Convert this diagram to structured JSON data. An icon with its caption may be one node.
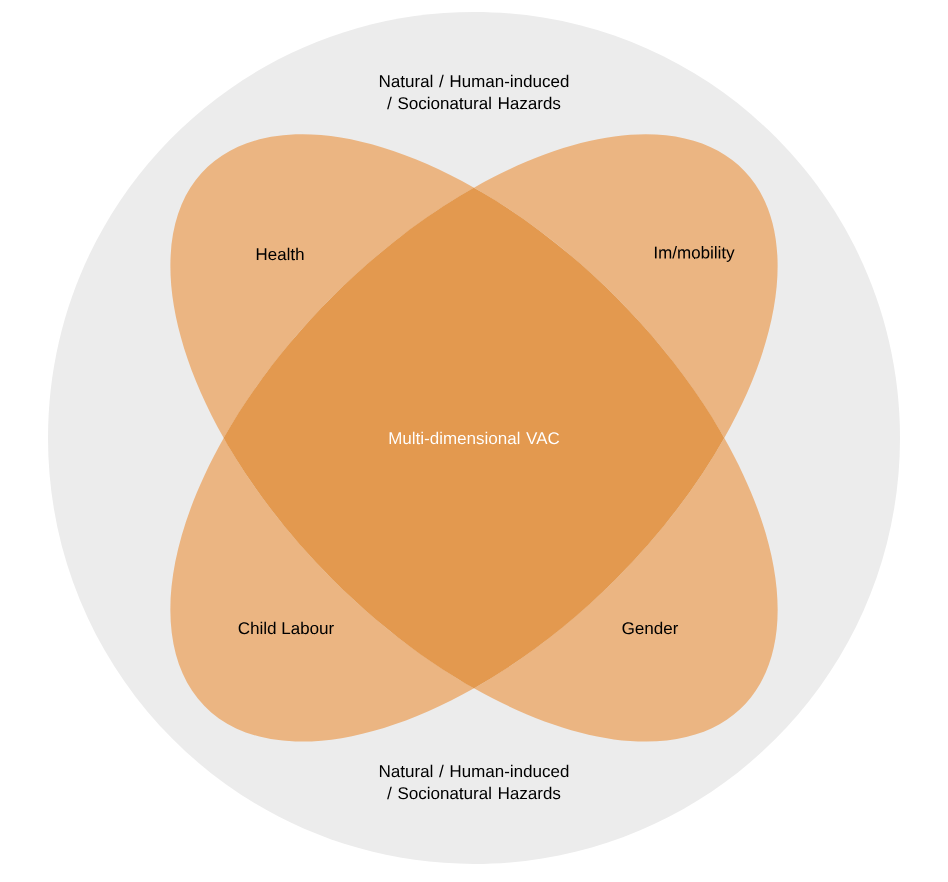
{
  "diagram": {
    "nodes": [
      {
        "text": [
          "Natural / Human-induced / Socionatural Hazards",
          "Natural / Human-induced / Socionatural Hazards"
        ]
      },
      {
        "text": [
          "Health"
        ],
        "in": 0
      },
      {
        "text": [
          "Im/mobility"
        ],
        "in": 0
      },
      {
        "text": [
          "Child Labour"
        ],
        "in": 0
      },
      {
        "text": [
          "Gender"
        ],
        "in": 0
      }
    ],
    "labels": [
      "Multi-dimensional VAC"
    ]
  }
}
